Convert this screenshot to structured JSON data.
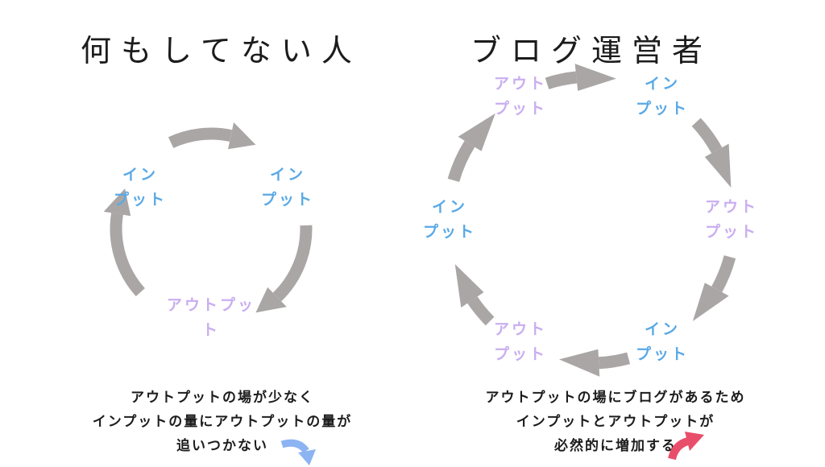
{
  "left": {
    "heading": "何もしてない人",
    "nodes": [
      {
        "lines": [
          "イン",
          "プット"
        ],
        "kind": "input"
      },
      {
        "lines": [
          "イン",
          "プット"
        ],
        "kind": "input"
      },
      {
        "lines": [
          "アウトプッ",
          "ト"
        ],
        "kind": "output"
      }
    ],
    "caption": [
      "アウトプットの場が少なく",
      "インプットの量にアウトプットの量が",
      "追いつかない"
    ]
  },
  "right": {
    "heading": "ブログ運営者",
    "nodes": [
      {
        "lines": [
          "アウト",
          "プット"
        ],
        "kind": "output"
      },
      {
        "lines": [
          "イン",
          "プット"
        ],
        "kind": "input"
      },
      {
        "lines": [
          "アウト",
          "プット"
        ],
        "kind": "output"
      },
      {
        "lines": [
          "イン",
          "プット"
        ],
        "kind": "input"
      },
      {
        "lines": [
          "アウト",
          "プット"
        ],
        "kind": "output"
      },
      {
        "lines": [
          "イン",
          "プット"
        ],
        "kind": "input"
      }
    ],
    "caption": [
      "アウトプットの場にブログがあるため",
      "インプットとアウトプットが",
      "必然的に増加する"
    ]
  },
  "colors": {
    "input": "#5aa9e6",
    "output": "#c9aef0",
    "cycle_arrow": "#aaa6a6",
    "down_arrow": "#8cb4f2",
    "up_arrow": "#e84e6a"
  },
  "icons": {
    "cycle_arrow": "curved-arrow-icon",
    "left_caption_arrow": "curved-down-arrow-icon",
    "right_caption_arrow": "curved-up-arrow-icon"
  }
}
